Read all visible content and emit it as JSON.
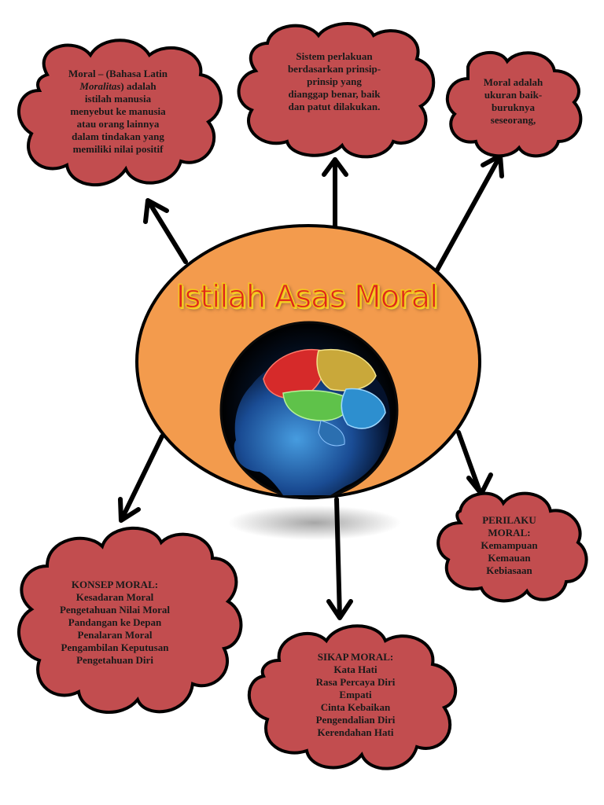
{
  "title": "Istilah Asas Moral",
  "colors": {
    "cloud_fill": "#c24d4f",
    "cloud_stroke": "#000000",
    "center_fill": "#f39b4d",
    "title_red": "#e0261c",
    "title_yellow": "#f5d02a"
  },
  "center_image": "brain-head-image",
  "nodes": {
    "top_left": {
      "line1": "Moral – (Bahasa Latin",
      "line2_italic": "Moralitas",
      "line2_rest": ") adalah",
      "line3": "istilah manusia",
      "line4": "menyebut ke manusia",
      "line5": "atau orang lainnya",
      "line6": "dalam tindakan yang",
      "line7": "memiliki nilai positif"
    },
    "top_center": {
      "lines": [
        "Sistem perlakuan",
        "berdasarkan prinsip-",
        "prinsip yang",
        "dianggap benar, baik",
        "dan patut dilakukan."
      ]
    },
    "top_right": {
      "lines": [
        "Moral adalah",
        "ukuran baik-",
        "buruknya",
        "seseorang,"
      ]
    },
    "bottom_right": {
      "heading": "PERILAKU MORAL:",
      "heading_line1": "PERILAKU",
      "heading_line2": "MORAL:",
      "items": [
        "Kemampuan",
        "Kemauan",
        "Kebiasaan"
      ]
    },
    "bottom_left": {
      "heading": "KONSEP MORAL:",
      "items": [
        "Kesadaran Moral",
        "Pengetahuan Nilai Moral",
        "Pandangan ke Depan",
        "Penalaran Moral",
        "Pengambilan Keputusan",
        "Pengetahuan Diri"
      ]
    },
    "bottom_center": {
      "heading": "SIKAP MORAL:",
      "items": [
        "Kata Hati",
        "Rasa Percaya Diri",
        "Empati",
        "Cinta Kebaikan",
        "Pengendalian Diri",
        "Kerendahan Hati"
      ]
    }
  }
}
